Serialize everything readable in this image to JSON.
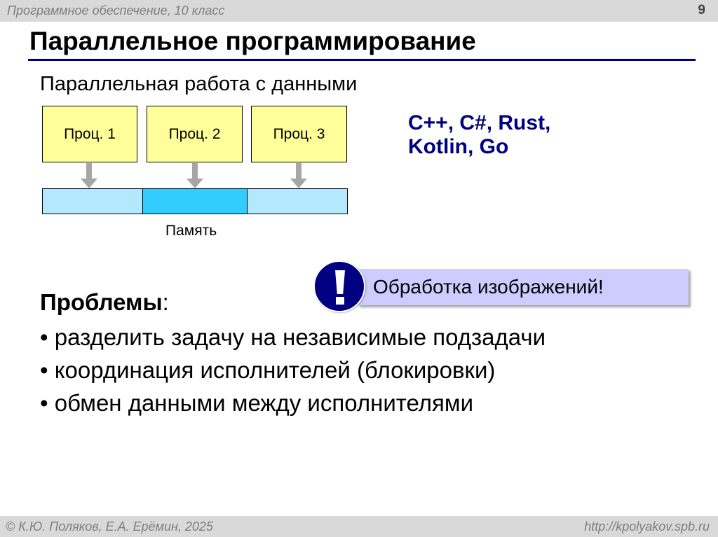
{
  "header": {
    "course": "Программное обеспечение, 10 класс",
    "page_number": "9"
  },
  "title": "Параллельное программирование",
  "subtitle": "Параллельная работа с данными",
  "diagram": {
    "processors": [
      {
        "label": "Проц. 1"
      },
      {
        "label": "Проц. 2"
      },
      {
        "label": "Проц. 3"
      }
    ],
    "memory_label": "Память",
    "colors": {
      "processor_fill": "#ffff99",
      "memory_light": "#b3e8ff",
      "memory_active": "#33ccff",
      "arrow": "#a6a6a6"
    }
  },
  "languages": {
    "line1": "C++, C#, Rust,",
    "line2": "Kotlin, Go",
    "color": "#000080"
  },
  "callout": {
    "icon": "exclamation-icon",
    "text": "Обработка изображений!"
  },
  "problems": {
    "heading": "Проблемы",
    "heading_suffix": ":",
    "items": [
      "разделить задачу на независимые подзадачи",
      "координация исполнителей (блокировки)",
      "обмен данными между исполнителями"
    ],
    "bullet": "•"
  },
  "footer": {
    "authors": "© К.Ю. Поляков, Е.А. Ерёмин, 2025",
    "url": "http://kpolyakov.spb.ru"
  }
}
